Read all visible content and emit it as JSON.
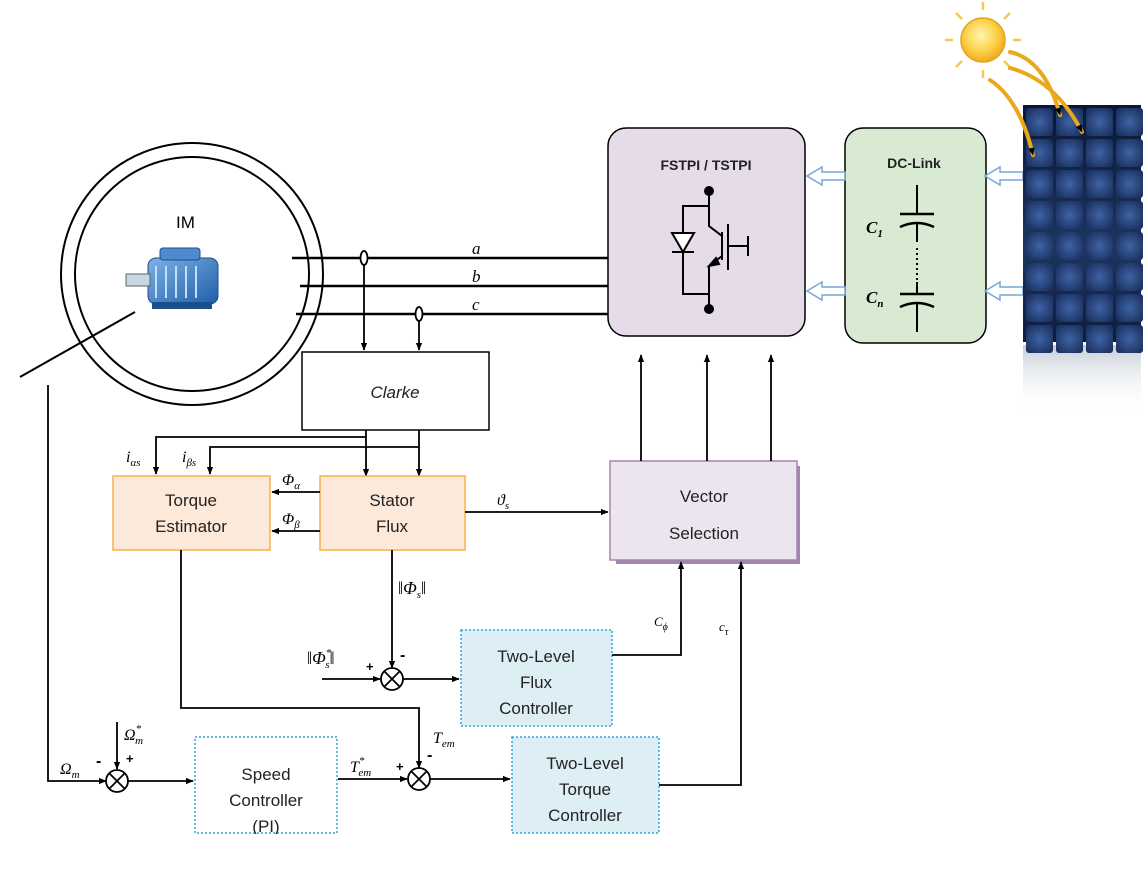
{
  "colors": {
    "estimator_fill": "#fde9d9",
    "estimator_stroke": "#f5b24a",
    "controller_fill": "#ddeef4",
    "controller_stroke": "#2fa5e0",
    "inverter_fill": "#e6dbe8",
    "dclink_fill": "#d9ead3",
    "vector_fill": "#ece4ef",
    "vector_border": "#a386b0",
    "line": "#000000"
  },
  "motor": {
    "label": "IM"
  },
  "phases": {
    "a": "a",
    "b": "b",
    "c": "c"
  },
  "blocks": {
    "clarke": "Clarke",
    "inverter": "FSTPI / TSTPI",
    "dclink": "DC-Link",
    "torque_estimator": {
      "line1": "Torque",
      "line2": "Estimator"
    },
    "stator_flux": {
      "line1": "Stator",
      "line2": "Flux"
    },
    "vector_selection": {
      "line1": "Vector",
      "line2": "Selection"
    },
    "flux_controller": {
      "line1": "Two-Level",
      "line2": "Flux",
      "line3": "Controller"
    },
    "speed_controller": {
      "line1": "Speed",
      "line2": "Controller",
      "line3": "(PI)"
    },
    "torque_controller": {
      "line1": "Two-Level",
      "line2": "Torque",
      "line3": "Controller"
    }
  },
  "capacitors": {
    "c1_main": "C",
    "c1_sub": "1",
    "cn_main": "C",
    "cn_sub": "n"
  },
  "signals": {
    "i_alpha": {
      "main": "i",
      "sub": "αs"
    },
    "i_beta": {
      "main": "i",
      "sub": "βs"
    },
    "phi_alpha": {
      "main": "Φ",
      "sub": "α"
    },
    "phi_beta": {
      "main": "Φ",
      "sub": "β"
    },
    "theta_s": {
      "main": "ϑ",
      "sub": "s"
    },
    "phi_s_mag": {
      "bars": "‖",
      "main": "Φ",
      "sub": "s"
    },
    "phi_s_ref": {
      "bars": "‖",
      "main": "Φ",
      "sup": "*",
      "sub": "s"
    },
    "c_phi": {
      "main": "C",
      "sub": "ϕ"
    },
    "c_tau": {
      "main": "c",
      "sub": "τ"
    },
    "t_em": {
      "main": "T",
      "sub": "em"
    },
    "t_em_ref": {
      "main": "T",
      "sup": "*",
      "sub": "em"
    },
    "omega_m": {
      "main": "Ω",
      "sub": "m"
    },
    "omega_m_ref": {
      "main": "Ω",
      "sup": "*",
      "sub": "m"
    }
  },
  "signs": {
    "plus": "+",
    "minus": "-"
  }
}
